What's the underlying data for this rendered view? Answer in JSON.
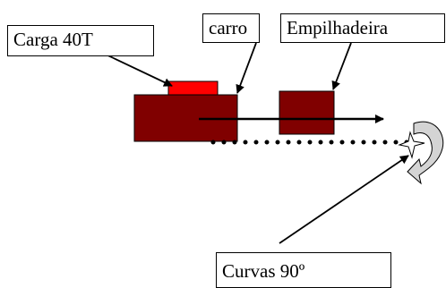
{
  "labels": {
    "load": "Carga 40T",
    "cart": "carro",
    "forklift": "Empilhadeira",
    "curves": "Curvas 90º"
  },
  "colors": {
    "body": "#800000",
    "load_block": "#ff0000",
    "ink": "#000000",
    "curve_arrow_fill": "#d4d4d4"
  },
  "icons": {
    "curve": "curved-turn-arrow-icon",
    "bend": "star-burst-icon"
  }
}
